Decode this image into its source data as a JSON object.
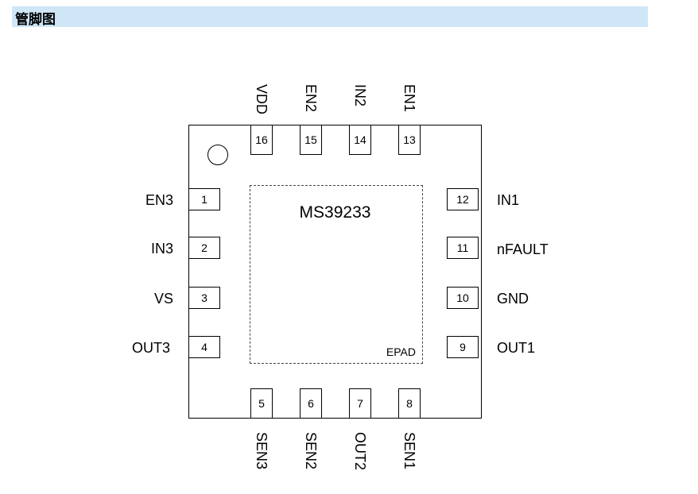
{
  "header": {
    "title": "管脚图"
  },
  "chip": {
    "name": "MS39233",
    "epad_label": "EPAD"
  },
  "pins": {
    "left": [
      {
        "num": "1",
        "name": "EN3"
      },
      {
        "num": "2",
        "name": "IN3"
      },
      {
        "num": "3",
        "name": "VS"
      },
      {
        "num": "4",
        "name": "OUT3"
      }
    ],
    "bottom": [
      {
        "num": "5",
        "name": "SEN3"
      },
      {
        "num": "6",
        "name": "SEN2"
      },
      {
        "num": "7",
        "name": "OUT2"
      },
      {
        "num": "8",
        "name": "SEN1"
      }
    ],
    "right": [
      {
        "num": "9",
        "name": "OUT1"
      },
      {
        "num": "10",
        "name": "GND"
      },
      {
        "num": "11",
        "name": "nFAULT"
      },
      {
        "num": "12",
        "name": "IN1"
      }
    ],
    "top": [
      {
        "num": "13",
        "name": "EN1"
      },
      {
        "num": "14",
        "name": "IN2"
      },
      {
        "num": "15",
        "name": "EN2"
      },
      {
        "num": "16",
        "name": "VDD"
      }
    ]
  }
}
